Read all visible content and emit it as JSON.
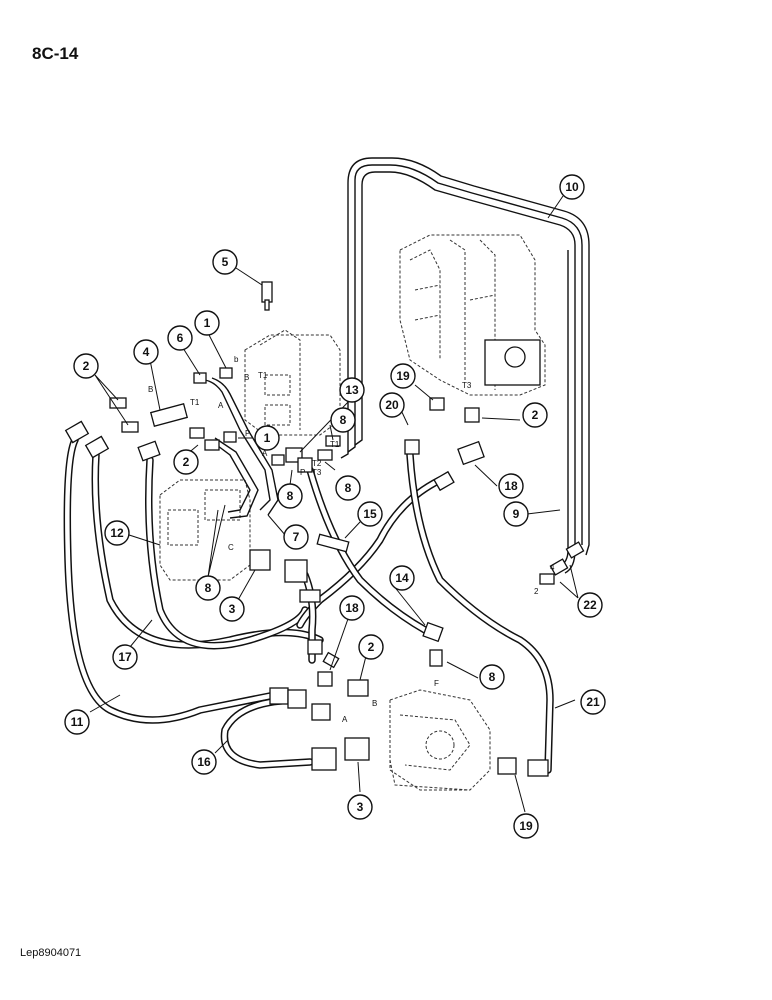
{
  "header": {
    "page_number": "8C-14"
  },
  "footer": {
    "doc_code": "Lep8904071"
  },
  "callouts": [
    "10",
    "5",
    "1",
    "6",
    "4",
    "2",
    "19",
    "13",
    "20",
    "2",
    "8",
    "1",
    "2",
    "8",
    "8",
    "18",
    "9",
    "15",
    "12",
    "7",
    "8",
    "3",
    "14",
    "22",
    "17",
    "18",
    "2",
    "8",
    "11",
    "21",
    "16",
    "3",
    "19"
  ],
  "port_labels": [
    "B",
    "T1",
    "A",
    "b",
    "P",
    "A",
    "B",
    "T1",
    "P",
    "T3",
    "T1",
    "T2",
    "T3",
    "C",
    "2",
    "4",
    "F",
    "A",
    "B"
  ]
}
